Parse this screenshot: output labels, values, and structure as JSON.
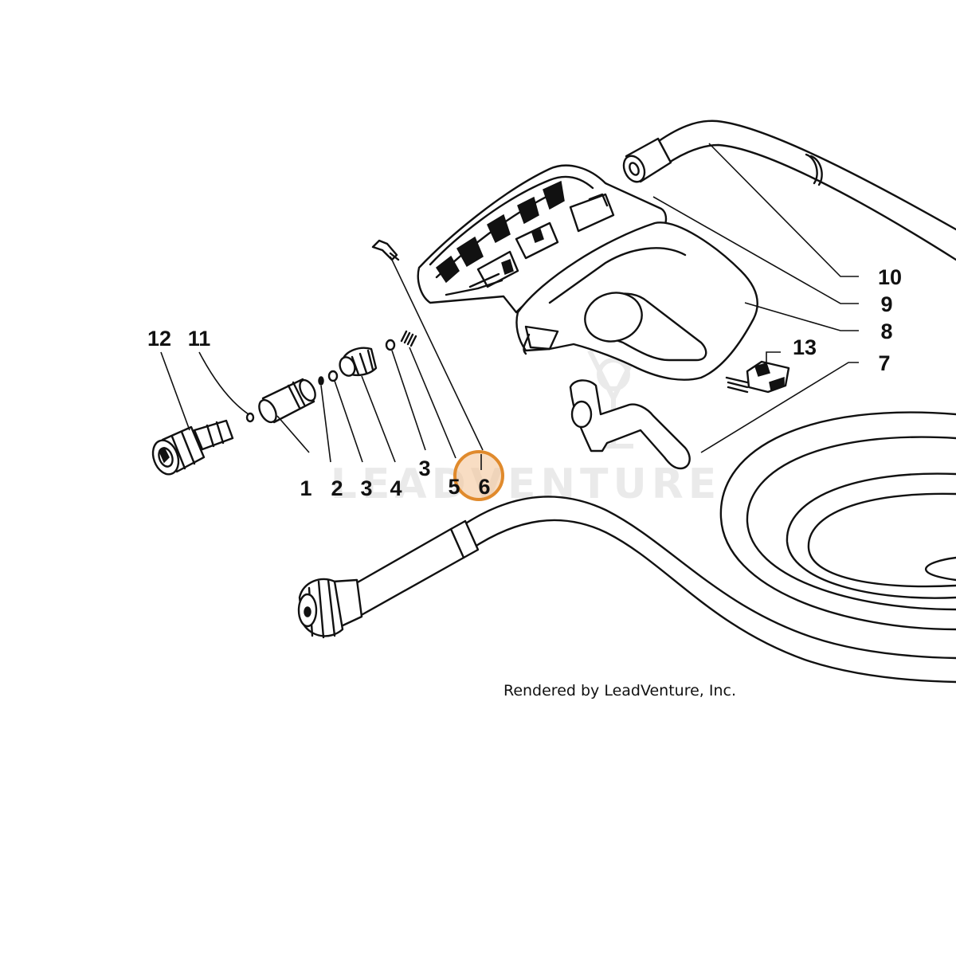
{
  "diagram": {
    "credit": "Rendered by LeadVenture, Inc.",
    "watermark": "LEADVENTURE",
    "highlight_color": "#e08a2c",
    "highlighted_callout": "6",
    "callouts": [
      "1",
      "2",
      "3",
      "4",
      "3",
      "5",
      "6",
      "7",
      "8",
      "9",
      "10",
      "11",
      "12",
      "13"
    ]
  }
}
